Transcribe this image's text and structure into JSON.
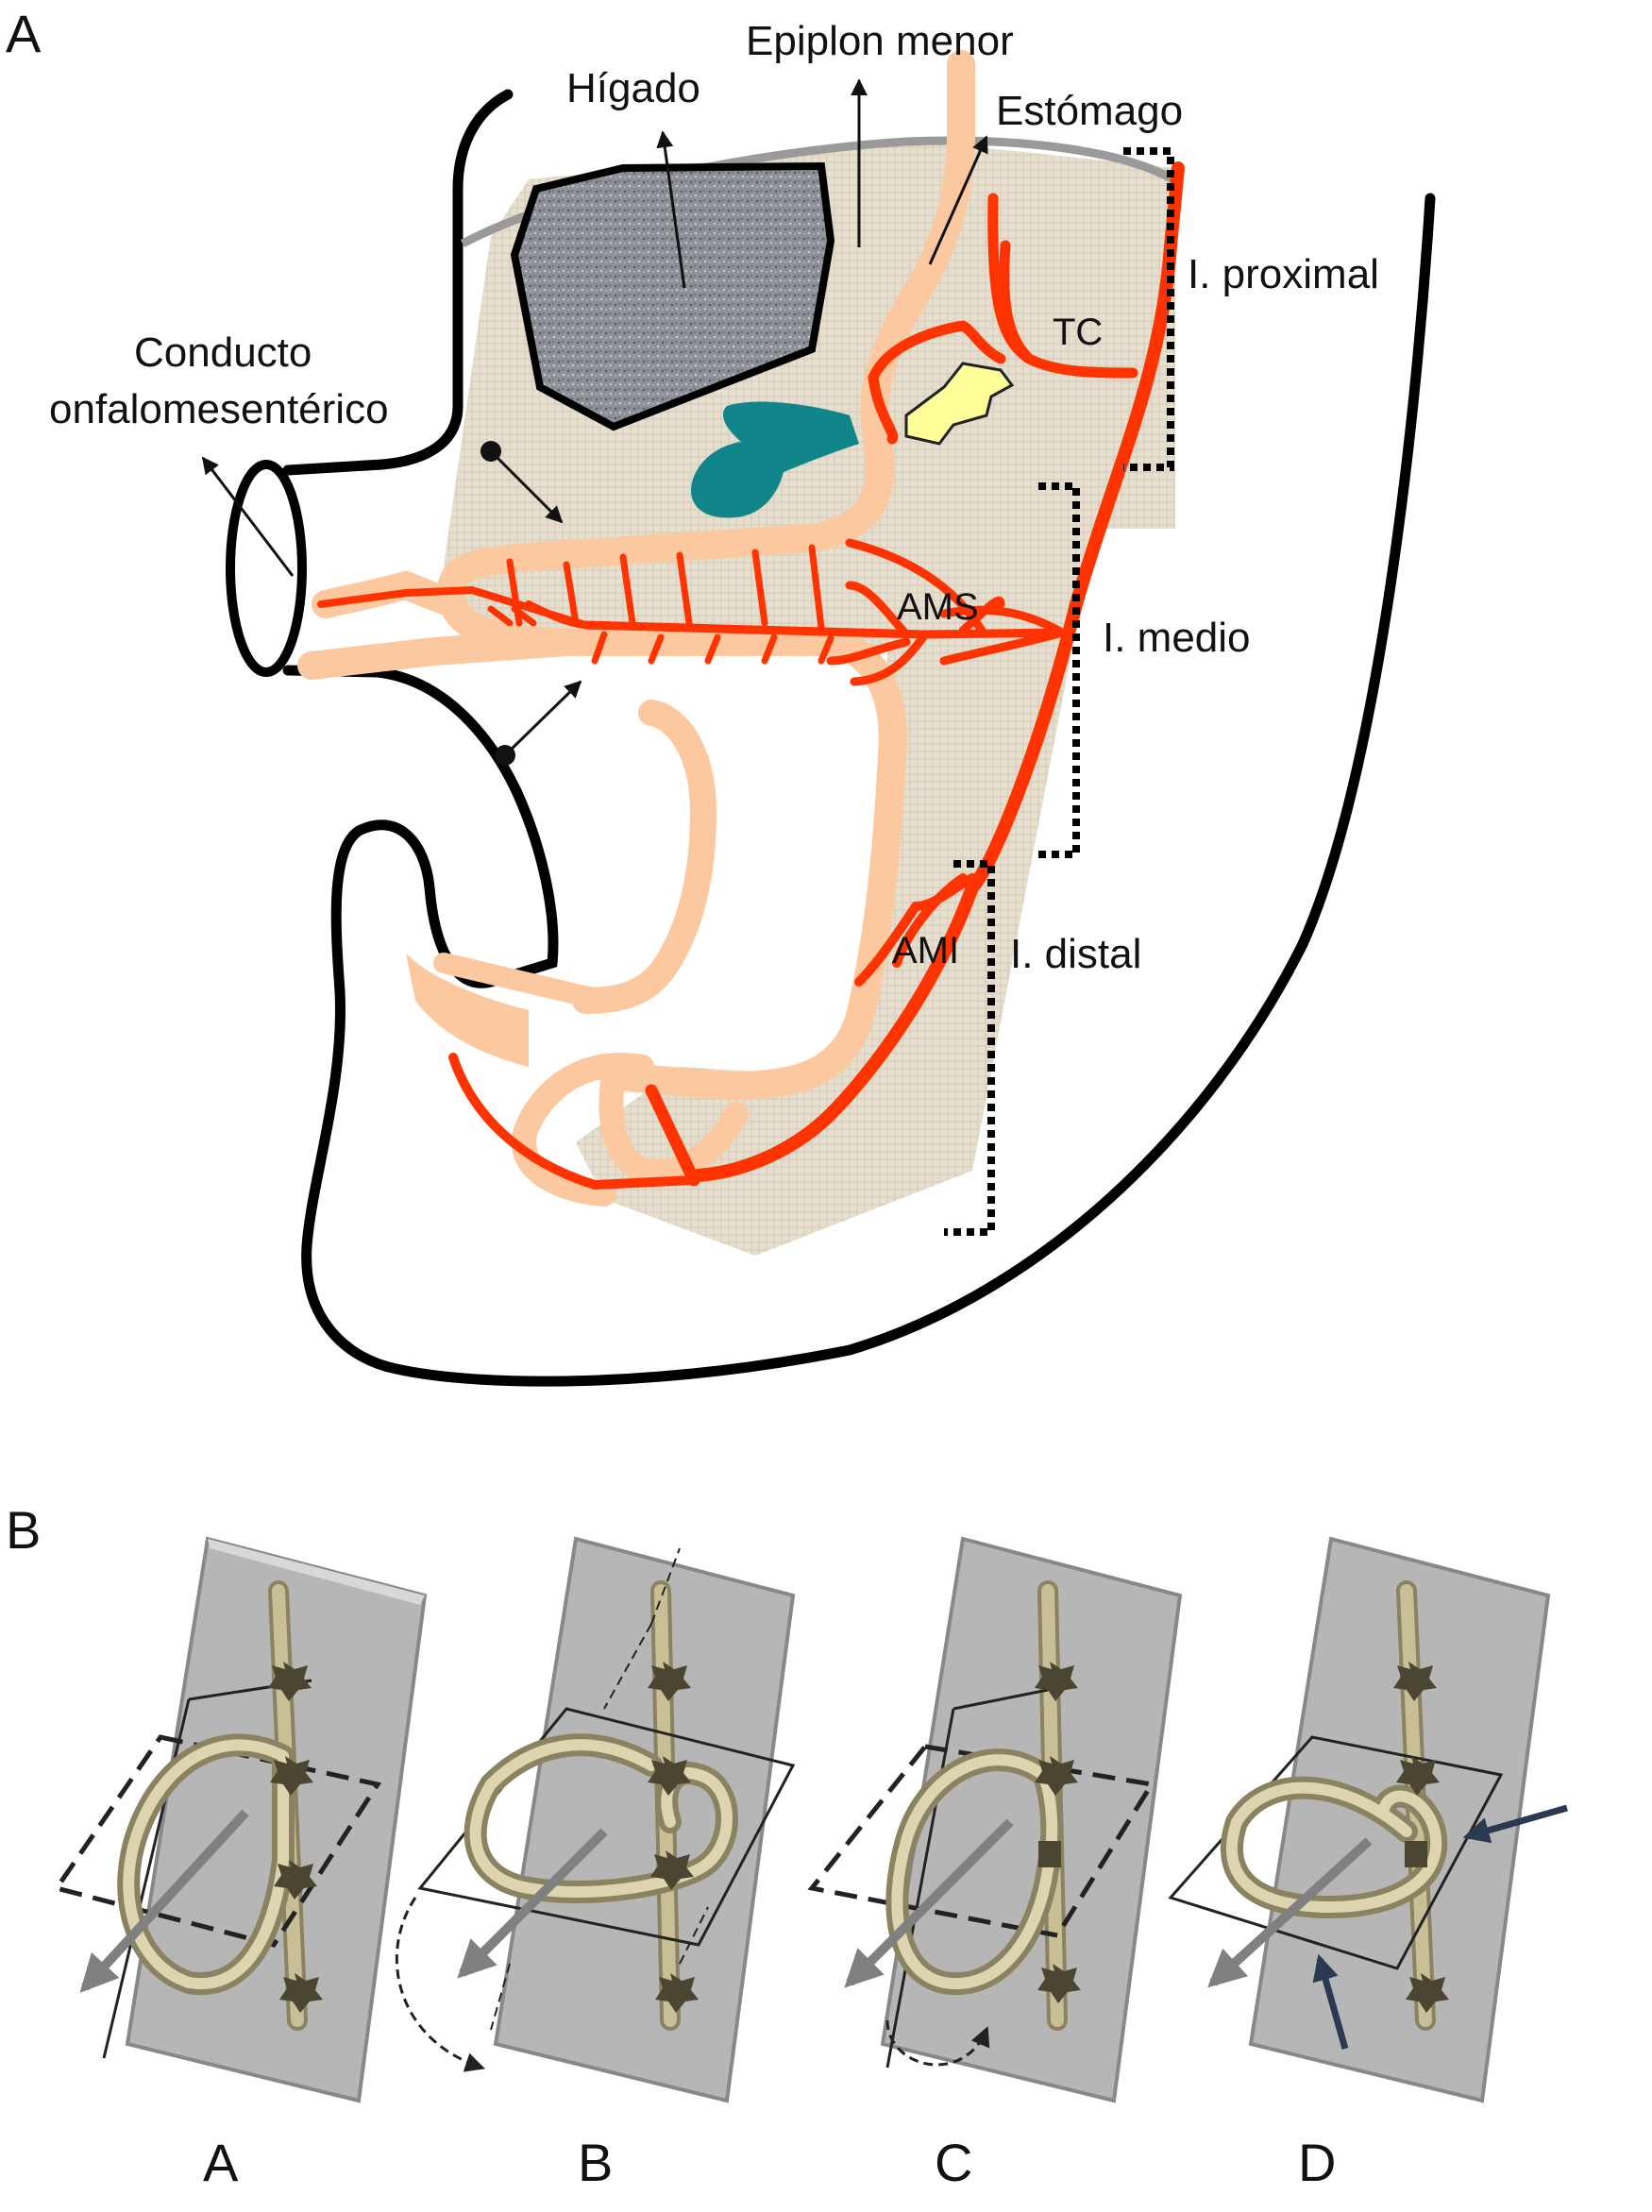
{
  "panel_a": {
    "letter": "A",
    "labels": {
      "epiplon": "Epiplon menor",
      "higado": "Hígado",
      "estomago": "Estómago",
      "i_proximal": "I. proximal",
      "tc": "TC",
      "conducto_line1": "Conducto",
      "conducto_line2": "onfalomesentérico",
      "ams": "AMS",
      "i_medio": "I. medio",
      "ami": "AMI",
      "i_distal": "I. distal"
    },
    "colors": {
      "artery": "#ff3300",
      "gut": "#fcc8a0",
      "mesentery": "#e4dccc",
      "liver": "#8e9098",
      "gallbladder": "#10868a",
      "pancreas": "#ffff99",
      "outline": "#000000"
    }
  },
  "panel_b": {
    "letter": "B",
    "stages": [
      {
        "label": "A"
      },
      {
        "label": "B"
      },
      {
        "label": "C"
      },
      {
        "label": "D"
      }
    ],
    "colors": {
      "plate": "#b6b6b6",
      "tube": "#c8bf96",
      "arrow": "#808080",
      "pointer": "#2b3a50"
    }
  }
}
